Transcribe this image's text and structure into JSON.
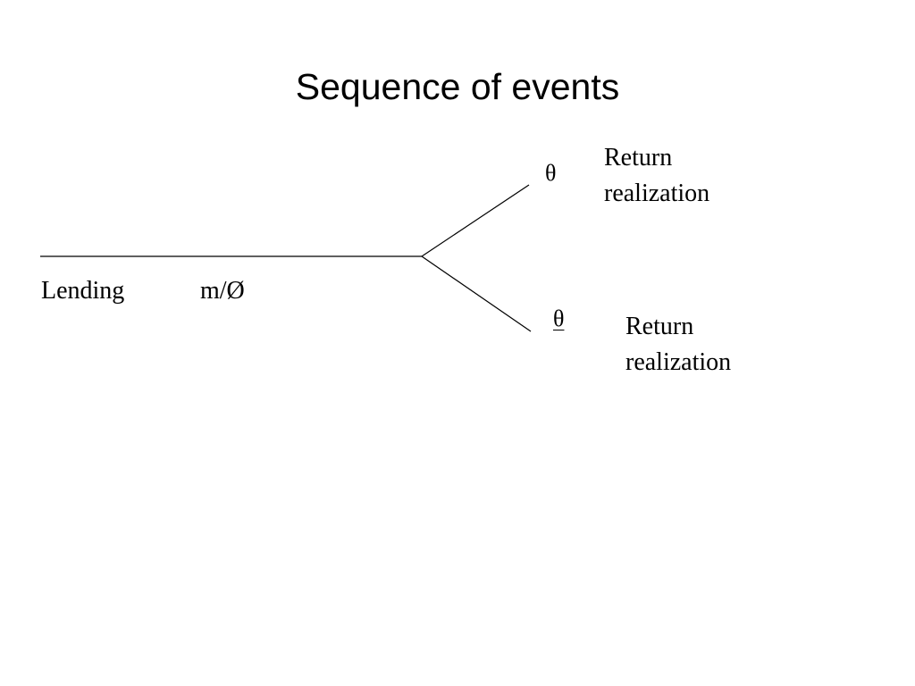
{
  "title": "Sequence of events",
  "timeline": {
    "left_label": "Lending",
    "middle_label": "m/Ø"
  },
  "branches": {
    "upper": {
      "symbol": "θ",
      "text_line1": "Return",
      "text_line2": "realization"
    },
    "lower": {
      "symbol": "θ",
      "underlined": true,
      "text_line1": "Return",
      "text_line2": "realization"
    }
  }
}
